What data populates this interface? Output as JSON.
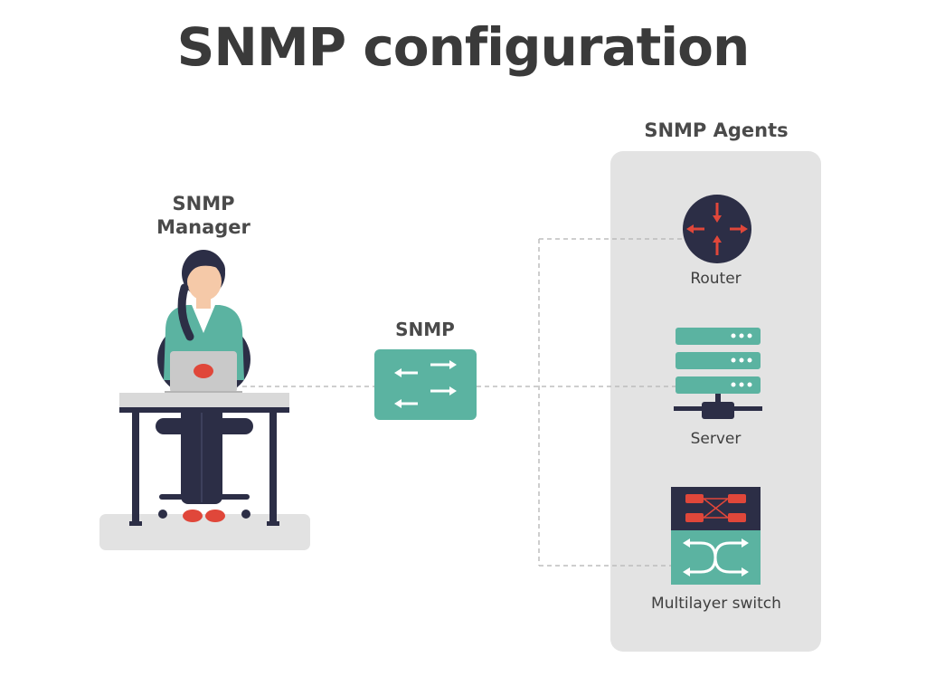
{
  "title": "SNMP configuration",
  "manager": {
    "line1": "SNMP",
    "line2": "Manager"
  },
  "protocol": {
    "label": "SNMP"
  },
  "agents": {
    "heading": "SNMP Agents",
    "router": "Router",
    "server": "Server",
    "switch": "Multilayer switch"
  },
  "colors": {
    "teal": "#5bb3a1",
    "navy": "#2c2e46",
    "red": "#e0473a",
    "panel": "#e3e3e3",
    "text": "#3a3a3a"
  }
}
